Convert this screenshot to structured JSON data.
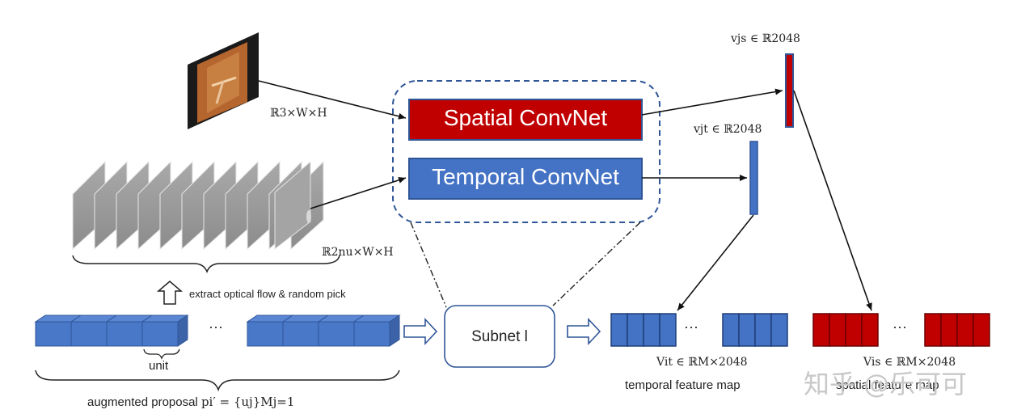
{
  "colors": {
    "spatial_red": "#c00000",
    "temporal_blue": "#4472c4",
    "unit_blue": "#4a78c8",
    "outline_blue": "#2f5597",
    "dashed_blue": "#2f5597",
    "gray_frame": "#9a9a9a",
    "dark_red_border": "#8b0000"
  },
  "nodes": {
    "spatial": "Spatial ConvNet",
    "temporal": "Temporal ConvNet",
    "subnet": "Subnet l"
  },
  "labels": {
    "rgb_dim": "ℝ3×W×H",
    "flow_dim": "ℝ2nu×W×H",
    "extract": "extract optical flow & random pick",
    "unit": "unit",
    "proposal_text": "augmented proposal ",
    "proposal_math": "pi′ = {uj}Mj=1",
    "vs": "vjs ∈ ℝ2048",
    "vt": "vjt ∈ ℝ2048",
    "Vt": "Vit ∈ ℝM×2048",
    "Vs": "Vis ∈ ℝM×2048",
    "temporal_map": "temporal feature map",
    "spatial_map": "spatial feature map",
    "ellipsis": "···",
    "watermark": "知乎 @乐可可"
  }
}
